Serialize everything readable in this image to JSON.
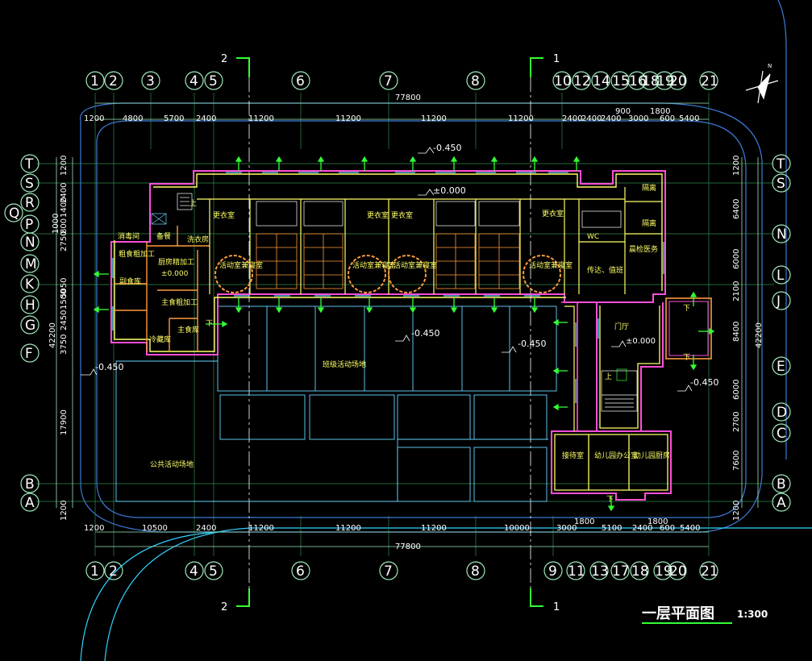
{
  "drawing": {
    "title": "一层平面图",
    "scale": "1:300"
  },
  "dims": {
    "total_top": "77800",
    "total_bottom": "77800",
    "top": [
      "1200",
      "4800",
      "5700",
      "2400",
      "11200",
      "11200",
      "11200",
      "11200",
      "2400",
      "2400",
      "2400",
      "3000",
      "600",
      "5400"
    ],
    "top_small": [
      "900",
      "1800"
    ],
    "bottom": [
      "1200",
      "10500",
      "2400",
      "11200",
      "11200",
      "11200",
      "10000",
      "3000",
      "5100",
      "2400",
      "600",
      "5400"
    ],
    "bottom_small": [
      "1800",
      "1800"
    ],
    "left": [
      "1200",
      "2400",
      "1400",
      "1000",
      "800",
      "2750",
      "5050",
      "1500",
      "2450",
      "3750",
      "17900",
      "1200"
    ],
    "left_total": "42200",
    "right": [
      "1200",
      "6400",
      "6000",
      "2100",
      "8400",
      "6000",
      "2700",
      "7600",
      "1200"
    ],
    "right_total": "42200"
  },
  "axes": {
    "top": [
      "1",
      "2",
      "3",
      "4",
      "5",
      "6",
      "7",
      "8",
      "10",
      "12",
      "14",
      "15",
      "16",
      "18",
      "19",
      "20",
      "21"
    ],
    "bottom": [
      "1",
      "2",
      "4",
      "5",
      "6",
      "7",
      "8",
      "9",
      "11",
      "13",
      "17",
      "18",
      "19",
      "20",
      "21"
    ],
    "left": [
      "T",
      "S",
      "R",
      "Q",
      "P",
      "N",
      "M",
      "K",
      "H",
      "G",
      "F",
      "B",
      "A"
    ],
    "right": [
      "T",
      "S",
      "N",
      "L",
      "J",
      "E",
      "D",
      "C",
      "B",
      "A"
    ]
  },
  "sections": {
    "s2_top": "2",
    "s1_top": "1",
    "s2_bottom": "2",
    "s1_bottom": "1"
  },
  "levels": {
    "l1": "-0.450",
    "l2": "±0.000",
    "l3": "-0.450",
    "l4": "-0.450",
    "l5": "-0.450",
    "l6": "±0.000",
    "l7": "-0.450",
    "l8": "±0.000"
  },
  "rooms": {
    "disinfect": "消毒间",
    "stair_up": "上",
    "snack": "备餐",
    "wash": "洗衣房",
    "coarse": "粗食粗加工",
    "kitchen": "厨房精加工",
    "kitchen_level": "±0.000",
    "store": "副食库",
    "staple_proc": "主食粗加工",
    "cold": "冷藏库",
    "staple_store": "主食库",
    "down1": "下",
    "changing": "更衣室",
    "activity": "活动室兼寝室",
    "isolation": "隔离",
    "wc": "WC",
    "medical": "晨检医务",
    "reception": "传达、值班",
    "hall": "门厅",
    "hall_level": "±0.000",
    "down2": "下",
    "down3": "下",
    "up2": "上",
    "class_yard": "班级活动场地",
    "public_yard": "公共活动场地",
    "dorm1": "接待室",
    "dorm2": "幼儿园办公室",
    "dorm3": "幼儿园厨房",
    "down4": "下"
  },
  "colors": {
    "grid_green": "#9fe8b9",
    "wall_yellow": "#ffff66",
    "wall_magenta": "#ff4fd8",
    "outline_cyan": "#66d6ff",
    "orange": "#ff9a3c",
    "green_line": "#33ff33"
  }
}
